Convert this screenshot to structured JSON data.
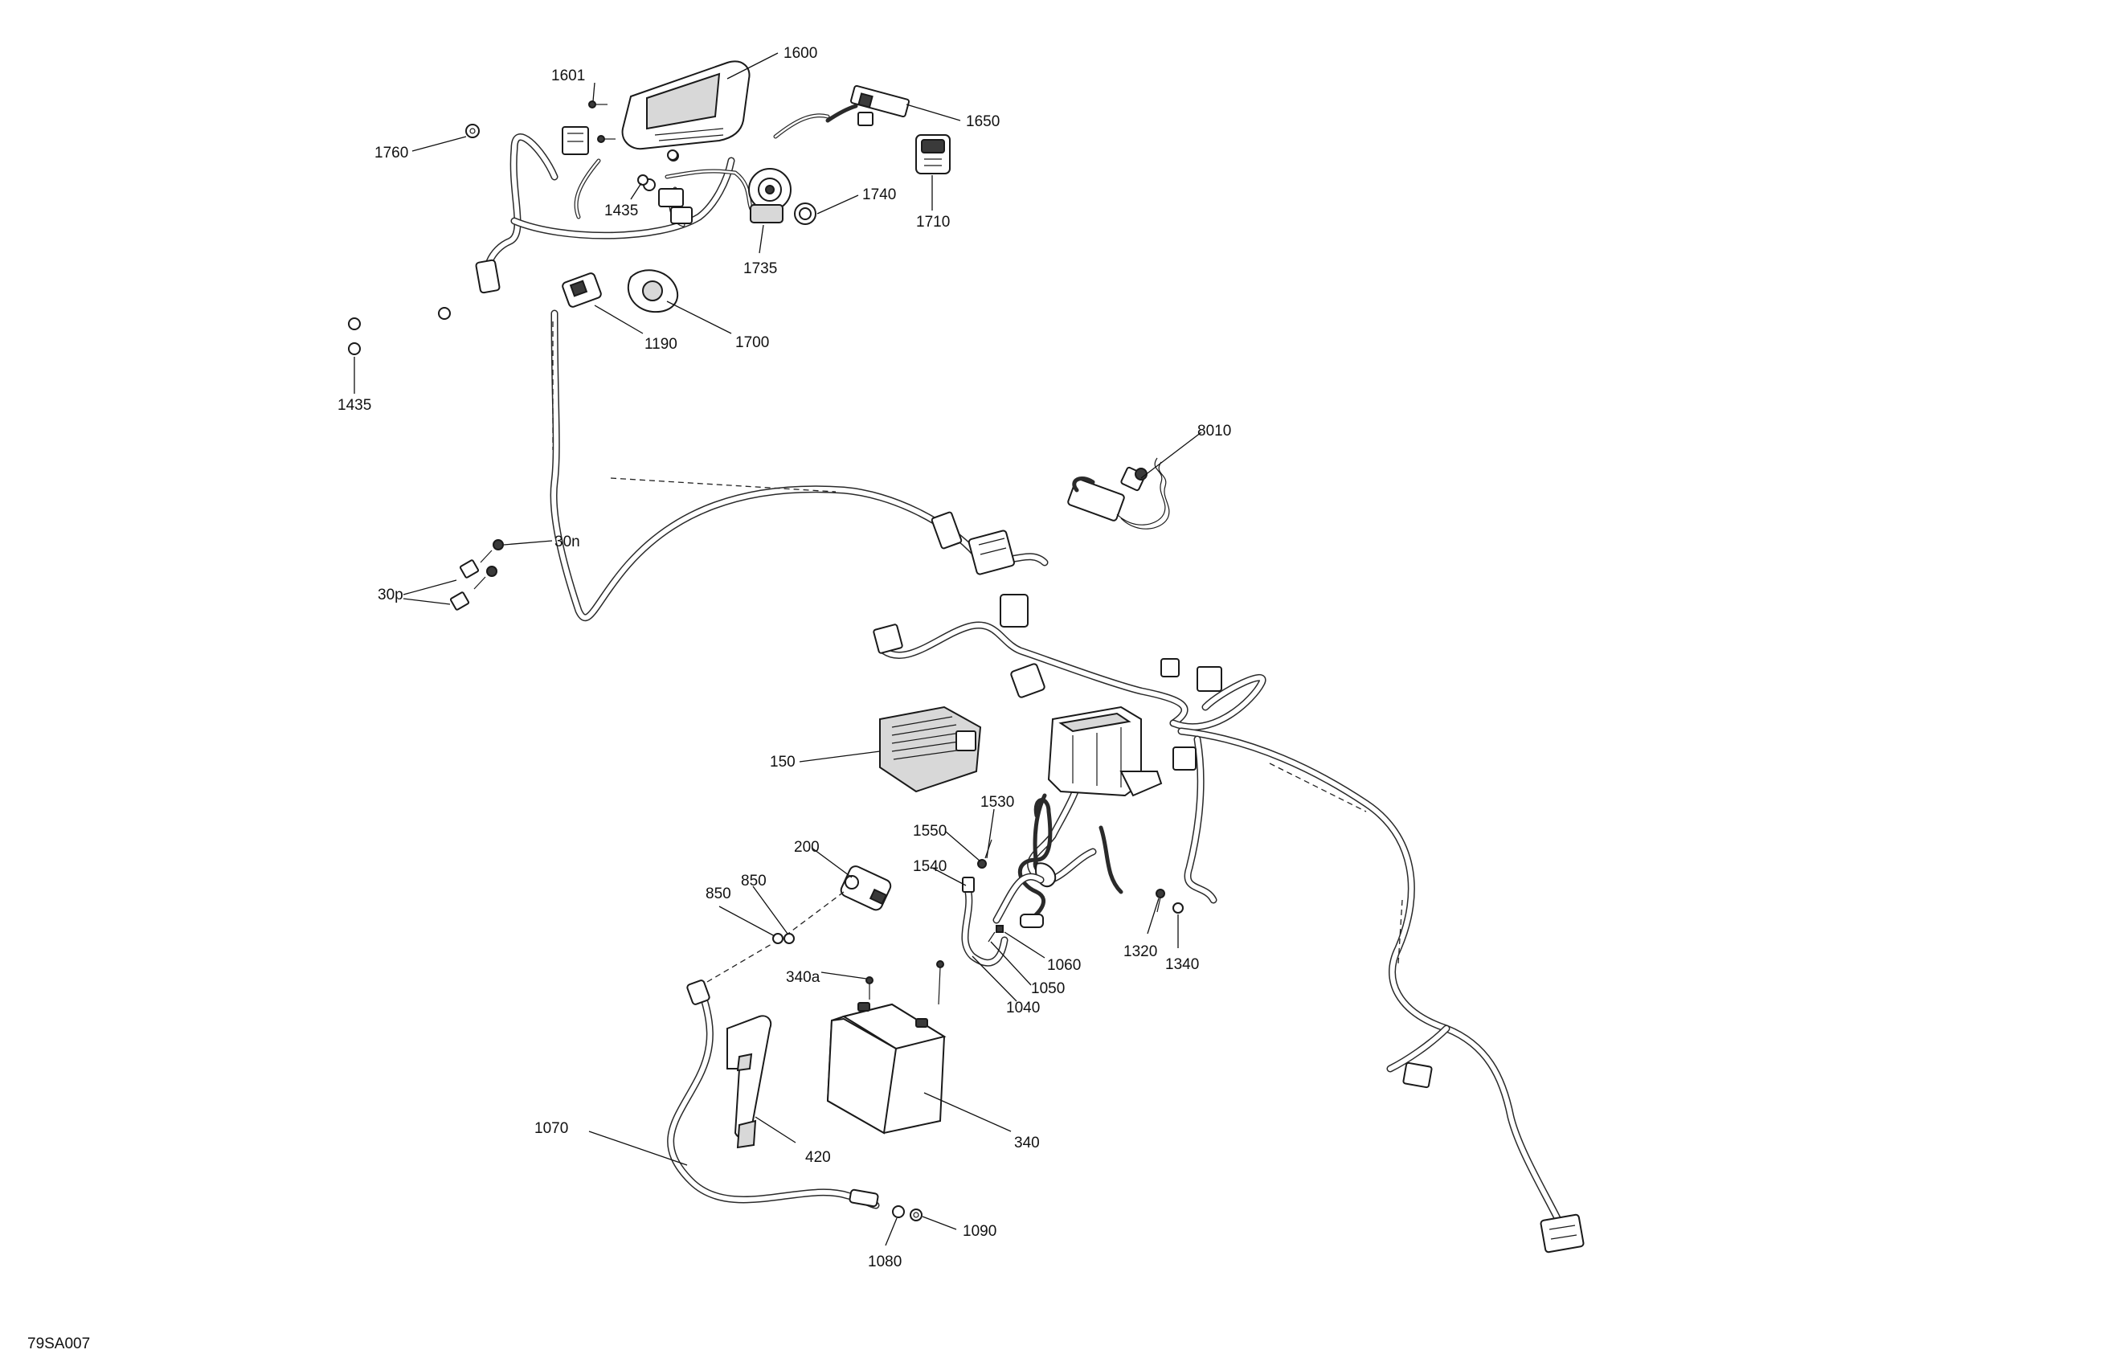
{
  "figure_id": "79SA007",
  "callouts": {
    "c1600": "1600",
    "c1601": "1601",
    "c1650": "1650",
    "c1760": "1760",
    "c1435a": "1435",
    "c1740": "1740",
    "c1710": "1710",
    "c1735": "1735",
    "c1190": "1190",
    "c1700": "1700",
    "c1435b": "1435",
    "c8010": "8010",
    "c30n": "30n",
    "c30p": "30p",
    "c150": "150",
    "c1530": "1530",
    "c1550": "1550",
    "c1540": "1540",
    "c200": "200",
    "c850a": "850",
    "c850b": "850",
    "c1060": "1060",
    "c1050": "1050",
    "c1040": "1040",
    "c340a": "340a",
    "c1320": "1320",
    "c1340": "1340",
    "c1070": "1070",
    "c420": "420",
    "c340": "340",
    "c1090": "1090",
    "c1080": "1080"
  }
}
